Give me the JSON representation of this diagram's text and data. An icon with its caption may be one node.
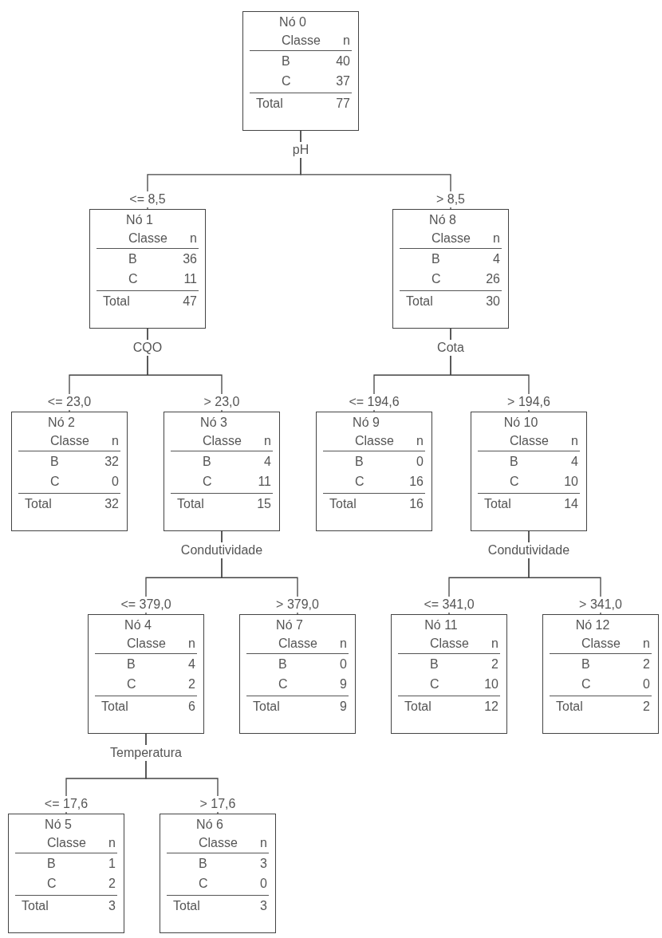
{
  "diagram": {
    "nodes": [
      {
        "text": [
          "Nó 0",
          "Classe",
          "n",
          "B",
          "40",
          "C",
          "37",
          "Total",
          "77"
        ],
        "beside": [
          "pH"
        ]
      },
      {
        "text": [
          "Nó 1",
          "Classe",
          "n",
          "B",
          "36",
          "C",
          "11",
          "Total",
          "47"
        ],
        "beside": [
          "CQO"
        ]
      },
      {
        "text": [
          "Nó 8",
          "Classe",
          "n",
          "B",
          "4",
          "C",
          "26",
          "Total",
          "30"
        ],
        "beside": [
          "Cota"
        ]
      },
      {
        "text": [
          "Nó 2",
          "Classe",
          "n",
          "B",
          "32",
          "C",
          "0",
          "Total",
          "32"
        ]
      },
      {
        "text": [
          "Nó 3",
          "Classe",
          "n",
          "B",
          "4",
          "C",
          "11",
          "Total",
          "15"
        ],
        "beside": [
          "Condutividade"
        ]
      },
      {
        "text": [
          "Nó 9",
          "Classe",
          "n",
          "B",
          "0",
          "C",
          "16",
          "Total",
          "16"
        ]
      },
      {
        "text": [
          "Nó 10",
          "Classe",
          "n",
          "B",
          "4",
          "C",
          "10",
          "Total",
          "14"
        ],
        "beside": [
          "Condutividade"
        ]
      },
      {
        "text": [
          "Nó 4",
          "Classe",
          "n",
          "B",
          "4",
          "C",
          "2",
          "Total",
          "6"
        ],
        "beside": [
          "Temperatura"
        ]
      },
      {
        "text": [
          "Nó 7",
          "Classe",
          "n",
          "B",
          "0",
          "C",
          "9",
          "Total",
          "9"
        ]
      },
      {
        "text": [
          "Nó 11",
          "Classe",
          "n",
          "B",
          "2",
          "C",
          "10",
          "Total",
          "12"
        ]
      },
      {
        "text": [
          "Nó 12",
          "Classe",
          "n",
          "B",
          "2",
          "C",
          "0",
          "Total",
          "2"
        ]
      },
      {
        "text": [
          "Nó 5",
          "Classe",
          "n",
          "B",
          "1",
          "C",
          "2",
          "Total",
          "3"
        ]
      },
      {
        "text": [
          "Nó 6",
          "Classe",
          "n",
          "B",
          "3",
          "C",
          "0",
          "Total",
          "3"
        ]
      }
    ],
    "edges": [
      {
        "from": 0,
        "to": 1,
        "arrow": "none",
        "label": "<= 8,5"
      },
      {
        "from": 0,
        "to": 2,
        "arrow": "none",
        "label": "> 8,5"
      },
      {
        "from": 1,
        "to": 3,
        "arrow": "none",
        "label": "<= 23,0"
      },
      {
        "from": 1,
        "to": 4,
        "arrow": "none",
        "label": "> 23,0"
      },
      {
        "from": 2,
        "to": 5,
        "arrow": "none",
        "label": "<= 194,6"
      },
      {
        "from": 2,
        "to": 6,
        "arrow": "none",
        "label": "> 194,6"
      },
      {
        "from": 4,
        "to": 7,
        "arrow": "none",
        "label": "<= 379,0"
      },
      {
        "from": 4,
        "to": 8,
        "arrow": "none",
        "label": "> 379,0"
      },
      {
        "from": 6,
        "to": 9,
        "arrow": "none",
        "label": "<= 341,0"
      },
      {
        "from": 6,
        "to": 10,
        "arrow": "none",
        "label": "> 341,0"
      },
      {
        "from": 7,
        "to": 11,
        "arrow": "none",
        "label": "<= 17,6"
      },
      {
        "from": 7,
        "to": 12,
        "arrow": "none",
        "label": "> 17,6"
      }
    ]
  }
}
